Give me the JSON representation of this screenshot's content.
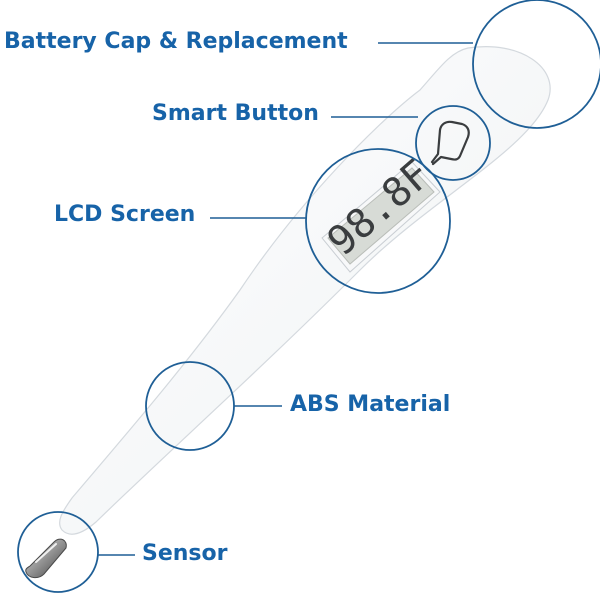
{
  "diagram": {
    "callouts": [
      {
        "id": "battery",
        "label": "Battery Cap & Replacement"
      },
      {
        "id": "button",
        "label": "Smart Button"
      },
      {
        "id": "lcd",
        "label": "LCD Screen"
      },
      {
        "id": "abs",
        "label": "ABS Material"
      },
      {
        "id": "sensor",
        "label": "Sensor"
      }
    ],
    "lcd_reading": "98.8F"
  },
  "colors": {
    "label": "#1763a8",
    "leader_line": "#1f5f96",
    "callout_circle": "#1f5f96",
    "body_fill": "#ffffff",
    "body_outline": "#d4d9de",
    "lcd_fill": "#d7dbd6",
    "lcd_text": "#3a3d3f"
  }
}
